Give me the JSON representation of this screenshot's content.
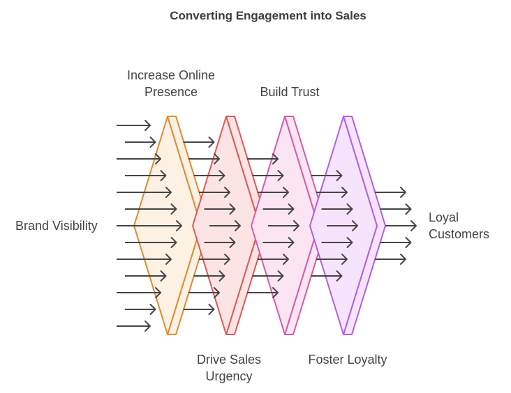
{
  "title": "Converting Engagement into Sales",
  "input_label": "Brand Visibility",
  "output_label": [
    "Loyal",
    "Customers"
  ],
  "stages": [
    {
      "label": [
        "Increase Online",
        "Presence"
      ],
      "stroke": "#e08a2e",
      "fill": "#fdf1e4",
      "label_position": "top"
    },
    {
      "label": [
        "Drive Sales",
        "Urgency"
      ],
      "stroke": "#e05757",
      "fill": "#fde4e4",
      "label_position": "bottom"
    },
    {
      "label": [
        "Build Trust"
      ],
      "stroke": "#d95aa6",
      "fill": "#fbe5f3",
      "label_position": "top"
    },
    {
      "label": [
        "Foster Loyalty"
      ],
      "stroke": "#b25ee3",
      "fill": "#f6e4fd",
      "label_position": "bottom"
    }
  ],
  "arrow_counts": [
    13,
    11,
    9,
    7,
    5
  ],
  "arrow_color": "#454545"
}
